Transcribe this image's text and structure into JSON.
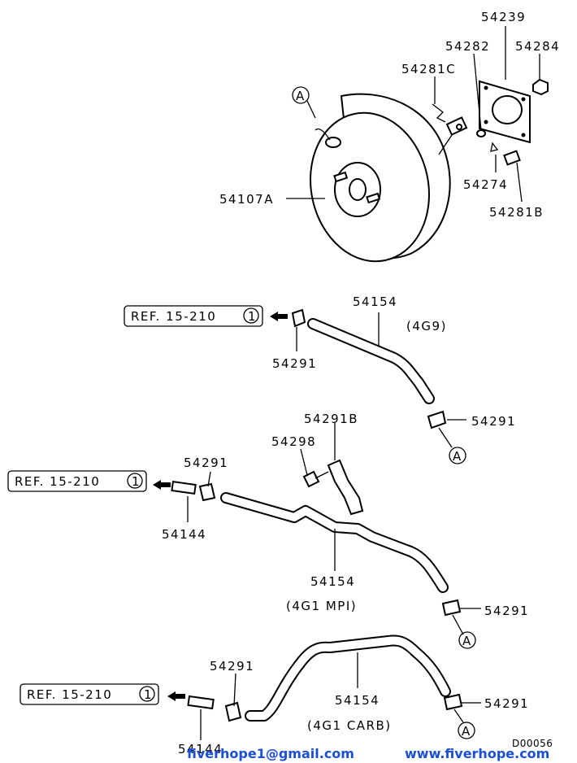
{
  "parts": {
    "p54239": "54239",
    "p54282": "54282",
    "p54284": "54284",
    "p54281c": "54281C",
    "p54274": "54274",
    "p54281b": "54281B",
    "p54107a": "54107A",
    "p54154_a": "54154",
    "p54154_b": "54154",
    "p54154_c": "54154",
    "p54291_a": "54291",
    "p54291_b": "54291",
    "p54291_c": "54291",
    "p54291_d": "54291",
    "p54291_e": "54291",
    "p54291_f": "54291",
    "p54291b": "54291B",
    "p54298": "54298",
    "p54144_a": "54144",
    "p54144_b": "54144"
  },
  "variants": {
    "v4g9": "(4G9)",
    "v4g1mpi": "(4G1 MPI)",
    "v4g1carb": "(4G1 CARB)"
  },
  "refs": {
    "ref_text": "REF. 15-210",
    "ref_circle": "1"
  },
  "markers": {
    "letter": "A"
  },
  "footer": {
    "code": "D00056",
    "email": "fiverhope1@gmail.com",
    "website": "www.fiverhope.com"
  },
  "colors": {
    "watermark": "#1a4fd6",
    "line": "#000000"
  }
}
